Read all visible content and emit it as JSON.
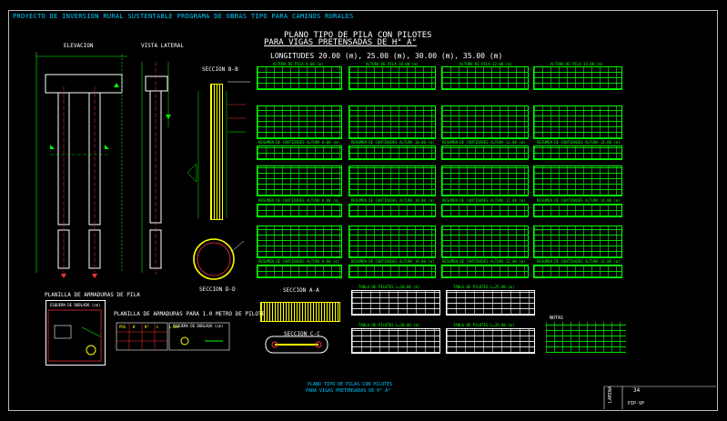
{
  "header_banner": "PROYECTO DE INVERSION RURAL SUSTENTABLE PROGRAMA DE OBRAS TIPO PARA CAMINOS RURALES",
  "main_title_line1": "PLANO TIPO DE PILA CON PILOTES",
  "main_title_line2": "PARA VIGAS PRETENSADAS DE H° A°",
  "lengths_line": "LONGITUDES 20.00 (m), 25.00 (m), 30.00 (m), 35.00 (m)",
  "views": {
    "elevation": "ELEVACION",
    "side": "VISTA LATERAL",
    "section_bb": "SECCION B-B",
    "section_dd": "SECCION D-D",
    "section_aa": "SECCION A-A",
    "section_cc": "SECCION C-C"
  },
  "schedules": {
    "pile_rebar": "PLANILLA DE ARMADURAS DE PILA",
    "bend_sketch": "ESQUEMA DE DOBLADO (cm)",
    "per_meter": "PLANILLA DE ARMADURAS PARA 1.0 METRO DE PILOTE",
    "bend_sketch2": "ESQUEMA DE DOBLADO (cm)",
    "col_headers": [
      "POS",
      "Ø",
      "N°",
      "L",
      "L.UN"
    ]
  },
  "table_row1": [
    "ALTURA DE PILA 8.00 (m)",
    "ALTURA DE PILA 10.00 (m)",
    "ALTURA DE PILA 12.00 (m)",
    "ALTURA DE PILA 14.00 (m)"
  ],
  "resumen_rows": [
    [
      "RESUMEN DE CANTIDADES ALTURA 8.00 (m)",
      "RESUMEN DE CANTIDADES ALTURA 10.00 (m)",
      "RESUMEN DE CANTIDADES ALTURA 12.00 (m)",
      "RESUMEN DE CANTIDADES ALTURA 14.00 (m)"
    ],
    [
      "RESUMEN DE CANTIDADES ALTURA 8.00 (m)",
      "RESUMEN DE CANTIDADES ALTURA 10.00 (m)",
      "RESUMEN DE CANTIDADES ALTURA 12.00 (m)",
      "RESUMEN DE CANTIDADES ALTURA 14.00 (m)"
    ],
    [
      "RESUMEN DE CANTIDADES ALTURA 8.00 (m)",
      "RESUMEN DE CANTIDADES ALTURA 10.00 (m)",
      "RESUMEN DE CANTIDADES ALTURA 12.00 (m)",
      "RESUMEN DE CANTIDADES ALTURA 14.00 (m)"
    ]
  ],
  "pilotes_tables": [
    "TABLA DE PILOTES L=20.00 (m)",
    "TABLA DE PILOTES L=25.00 (m)",
    "TABLA DE PILOTES L=30.00 (m)",
    "TABLA DE PILOTES L=35.00 (m)"
  ],
  "notes_title": "NOTAS",
  "footer_line1": "PLANO TIPO DE PILAS CON PILOTES",
  "footer_line2": "PARA VIGAS PRETENSADAS DE H° A°",
  "sheet_label": "LAMINA",
  "sheet_number": "34",
  "sheet_code": "PIP-VP"
}
